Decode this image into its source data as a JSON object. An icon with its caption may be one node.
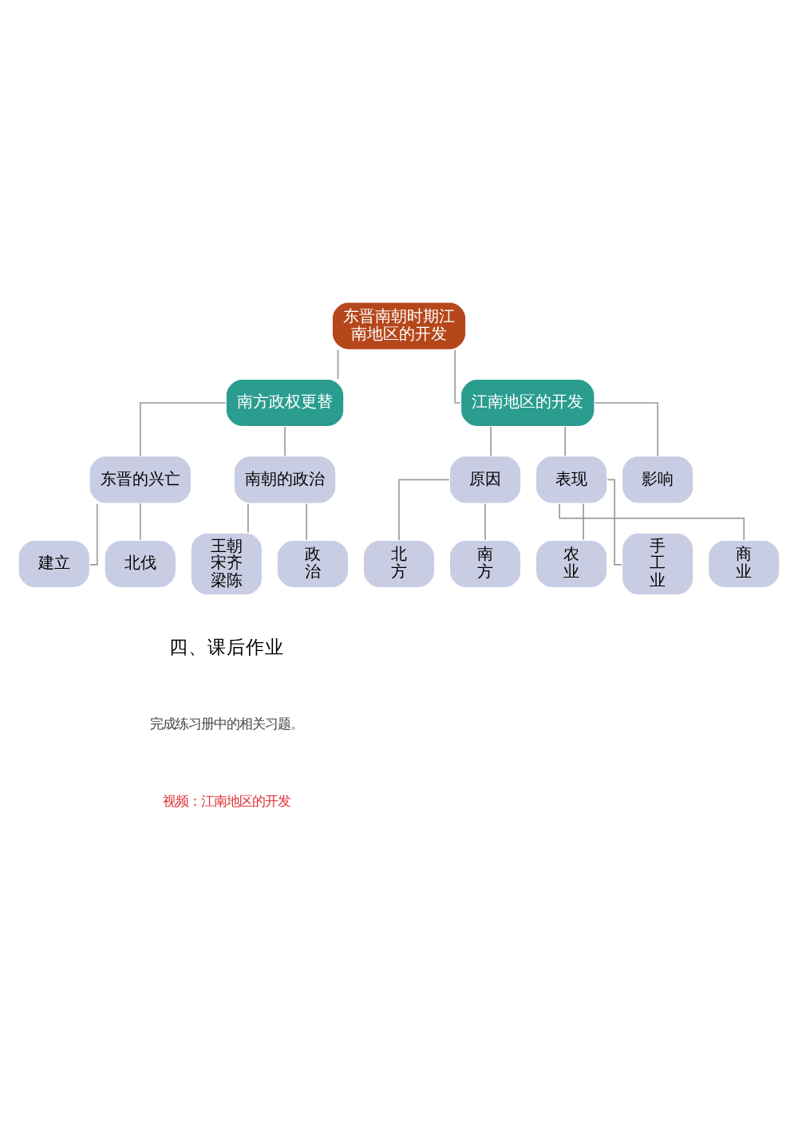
{
  "diagram": {
    "nodes": [
      {
        "text": [
          "东晋南朝时期江南地区的开发"
        ]
      },
      {
        "text": [
          "南方政权更替"
        ]
      },
      {
        "text": [
          "江南地区的开发"
        ]
      },
      {
        "text": [
          "东晋的兴亡"
        ]
      },
      {
        "text": [
          "南朝的政治"
        ]
      },
      {
        "text": [
          "建立"
        ]
      },
      {
        "text": [
          "北伐"
        ]
      },
      {
        "text": [
          "王朝宋齐梁陈"
        ]
      },
      {
        "text": [
          "政治"
        ]
      },
      {
        "text": [
          "原因"
        ]
      },
      {
        "text": [
          "表现"
        ]
      },
      {
        "text": [
          "影响"
        ]
      },
      {
        "text": [
          "北方"
        ]
      },
      {
        "text": [
          "南方"
        ]
      },
      {
        "text": [
          "农业"
        ]
      },
      {
        "text": [
          "手工业"
        ]
      },
      {
        "text": [
          "商业"
        ]
      }
    ],
    "edges": [
      {
        "from": 0,
        "to": 1,
        "arrow": "none"
      },
      {
        "from": 0,
        "to": 2,
        "arrow": "none"
      },
      {
        "from": 1,
        "to": 3,
        "arrow": "none"
      },
      {
        "from": 1,
        "to": 4,
        "arrow": "none"
      },
      {
        "from": 3,
        "to": 5,
        "arrow": "none"
      },
      {
        "from": 3,
        "to": 6,
        "arrow": "none"
      },
      {
        "from": 4,
        "to": 7,
        "arrow": "none"
      },
      {
        "from": 4,
        "to": 8,
        "arrow": "none"
      },
      {
        "from": 2,
        "to": 9,
        "arrow": "none"
      },
      {
        "from": 2,
        "to": 10,
        "arrow": "none"
      },
      {
        "from": 2,
        "to": 11,
        "arrow": "none"
      },
      {
        "from": 9,
        "to": 12,
        "arrow": "none"
      },
      {
        "from": 9,
        "to": 13,
        "arrow": "none"
      },
      {
        "from": 10,
        "to": 14,
        "arrow": "none"
      },
      {
        "from": 10,
        "to": 15,
        "arrow": "none"
      },
      {
        "from": 10,
        "to": 16,
        "arrow": "none"
      }
    ],
    "labels": [
      "四、课后作业",
      "完成练习册中的相关习题。",
      "视频：江南地区的开发"
    ]
  }
}
